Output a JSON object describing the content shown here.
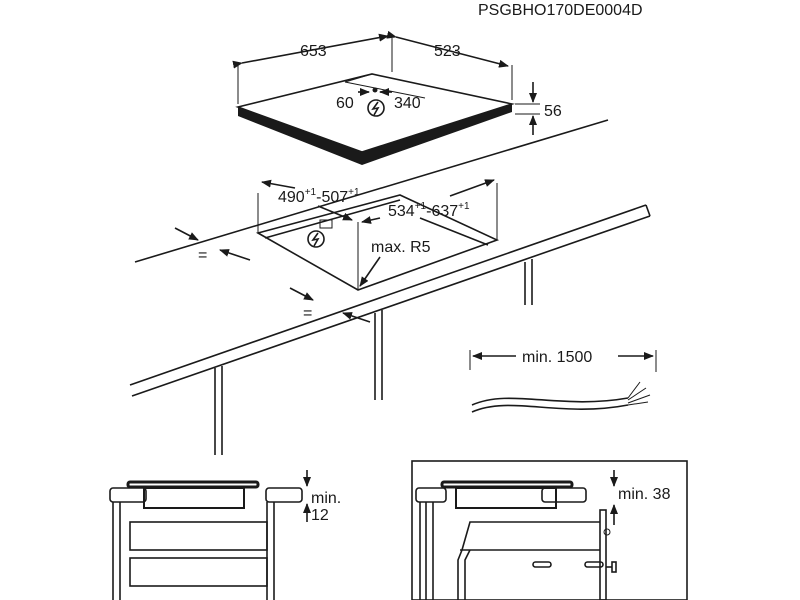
{
  "doc_code": "PSGBHO170DE0004D",
  "hob": {
    "width": "653",
    "depth": "523",
    "height": "56",
    "conn_left": "60",
    "conn_right": "340",
    "power_icon": "lightning-circle-icon"
  },
  "cutout": {
    "width_a": "490",
    "width_a_tol": "+1",
    "width_b": "507",
    "width_b_tol": "+1",
    "depth_a": "534",
    "depth_a_tol": "+1",
    "depth_b": "637",
    "depth_b_tol": "+1",
    "dash": "-",
    "radius": "max. R5",
    "equal_1": "=",
    "equal_2": "="
  },
  "cable": {
    "length": "min. 1500"
  },
  "drawer_detail": {
    "label_1": "min.",
    "label_2": "12"
  },
  "oven_detail": {
    "label": "min. 38"
  },
  "colors": {
    "line": "#1a1a1a",
    "background": "#ffffff"
  }
}
